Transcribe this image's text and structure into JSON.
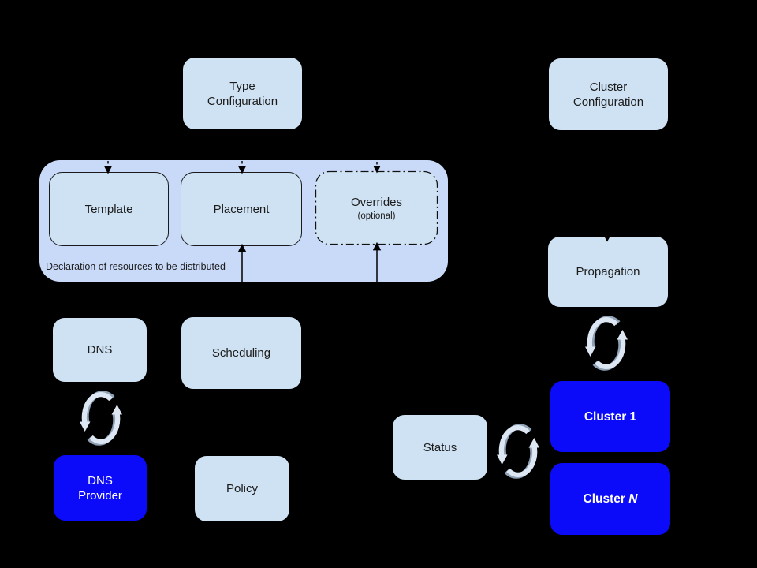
{
  "diagram": {
    "background": "#000000",
    "palette": {
      "group_fill": "#c9daf8",
      "node_fill": "#cfe2f3",
      "cluster_fill": "#0b0bfa",
      "node_text": "#1b1b1b",
      "cluster_text": "#ffffff",
      "arrow": "#000000",
      "sync_icon_light": "#dde7f3",
      "sync_icon_shadow": "#8fa1b5"
    },
    "group": {
      "caption": "Declaration of resources to be distributed"
    },
    "nodes": {
      "type_configuration": {
        "label": "Type\nConfiguration"
      },
      "cluster_configuration": {
        "label": "Cluster\nConfiguration"
      },
      "template": {
        "label": "Template"
      },
      "placement": {
        "label": "Placement"
      },
      "overrides": {
        "label": "Overrides",
        "sublabel": "(optional)"
      },
      "dns": {
        "label": "DNS"
      },
      "scheduling": {
        "label": "Scheduling"
      },
      "dns_provider": {
        "label": "DNS\nProvider"
      },
      "policy": {
        "label": "Policy"
      },
      "propagation": {
        "label": "Propagation"
      },
      "status": {
        "label": "Status"
      },
      "cluster_1": {
        "label": "Cluster 1"
      },
      "cluster_n": {
        "label_prefix": "Cluster ",
        "label_suffix": "N"
      }
    },
    "icons": {
      "sync": "circular-sync-arrows"
    }
  }
}
